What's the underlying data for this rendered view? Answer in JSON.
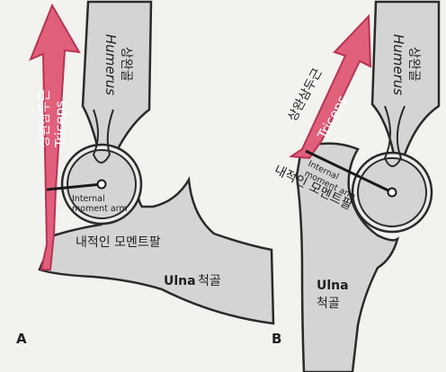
{
  "colors": {
    "background": "#f2f2ef",
    "bone_fill": "#d4d4d4",
    "bone_outline": "#2a2a2a",
    "muscle_fill": "#e0607c",
    "muscle_outline": "#b83352",
    "label_dark": "#1f1f1f",
    "label_light": "#ffffff"
  },
  "panel_a": {
    "letter": "A",
    "humerus_en": "Humerus",
    "humerus_ko": "상완골",
    "triceps_en": "Triceps",
    "triceps_ko": "상완삼두근",
    "internal_moment_arm_en_line1": "Internal",
    "internal_moment_arm_en_line2": "moment arm",
    "internal_moment_arm_ko": "내적인 모멘트팔",
    "ulna_en": "Ulna",
    "ulna_ko": "척골"
  },
  "panel_b": {
    "letter": "B",
    "humerus_en": "Humerus",
    "humerus_ko": "상완골",
    "triceps_en": "Triceps",
    "triceps_ko": "상완삼두근",
    "internal_moment_arm_en_line1": "Internal",
    "internal_moment_arm_en_line2": "moment arm",
    "internal_moment_arm_ko": "내적인 모멘트팔",
    "ulna_en": "Ulna",
    "ulna_ko": "척골"
  }
}
